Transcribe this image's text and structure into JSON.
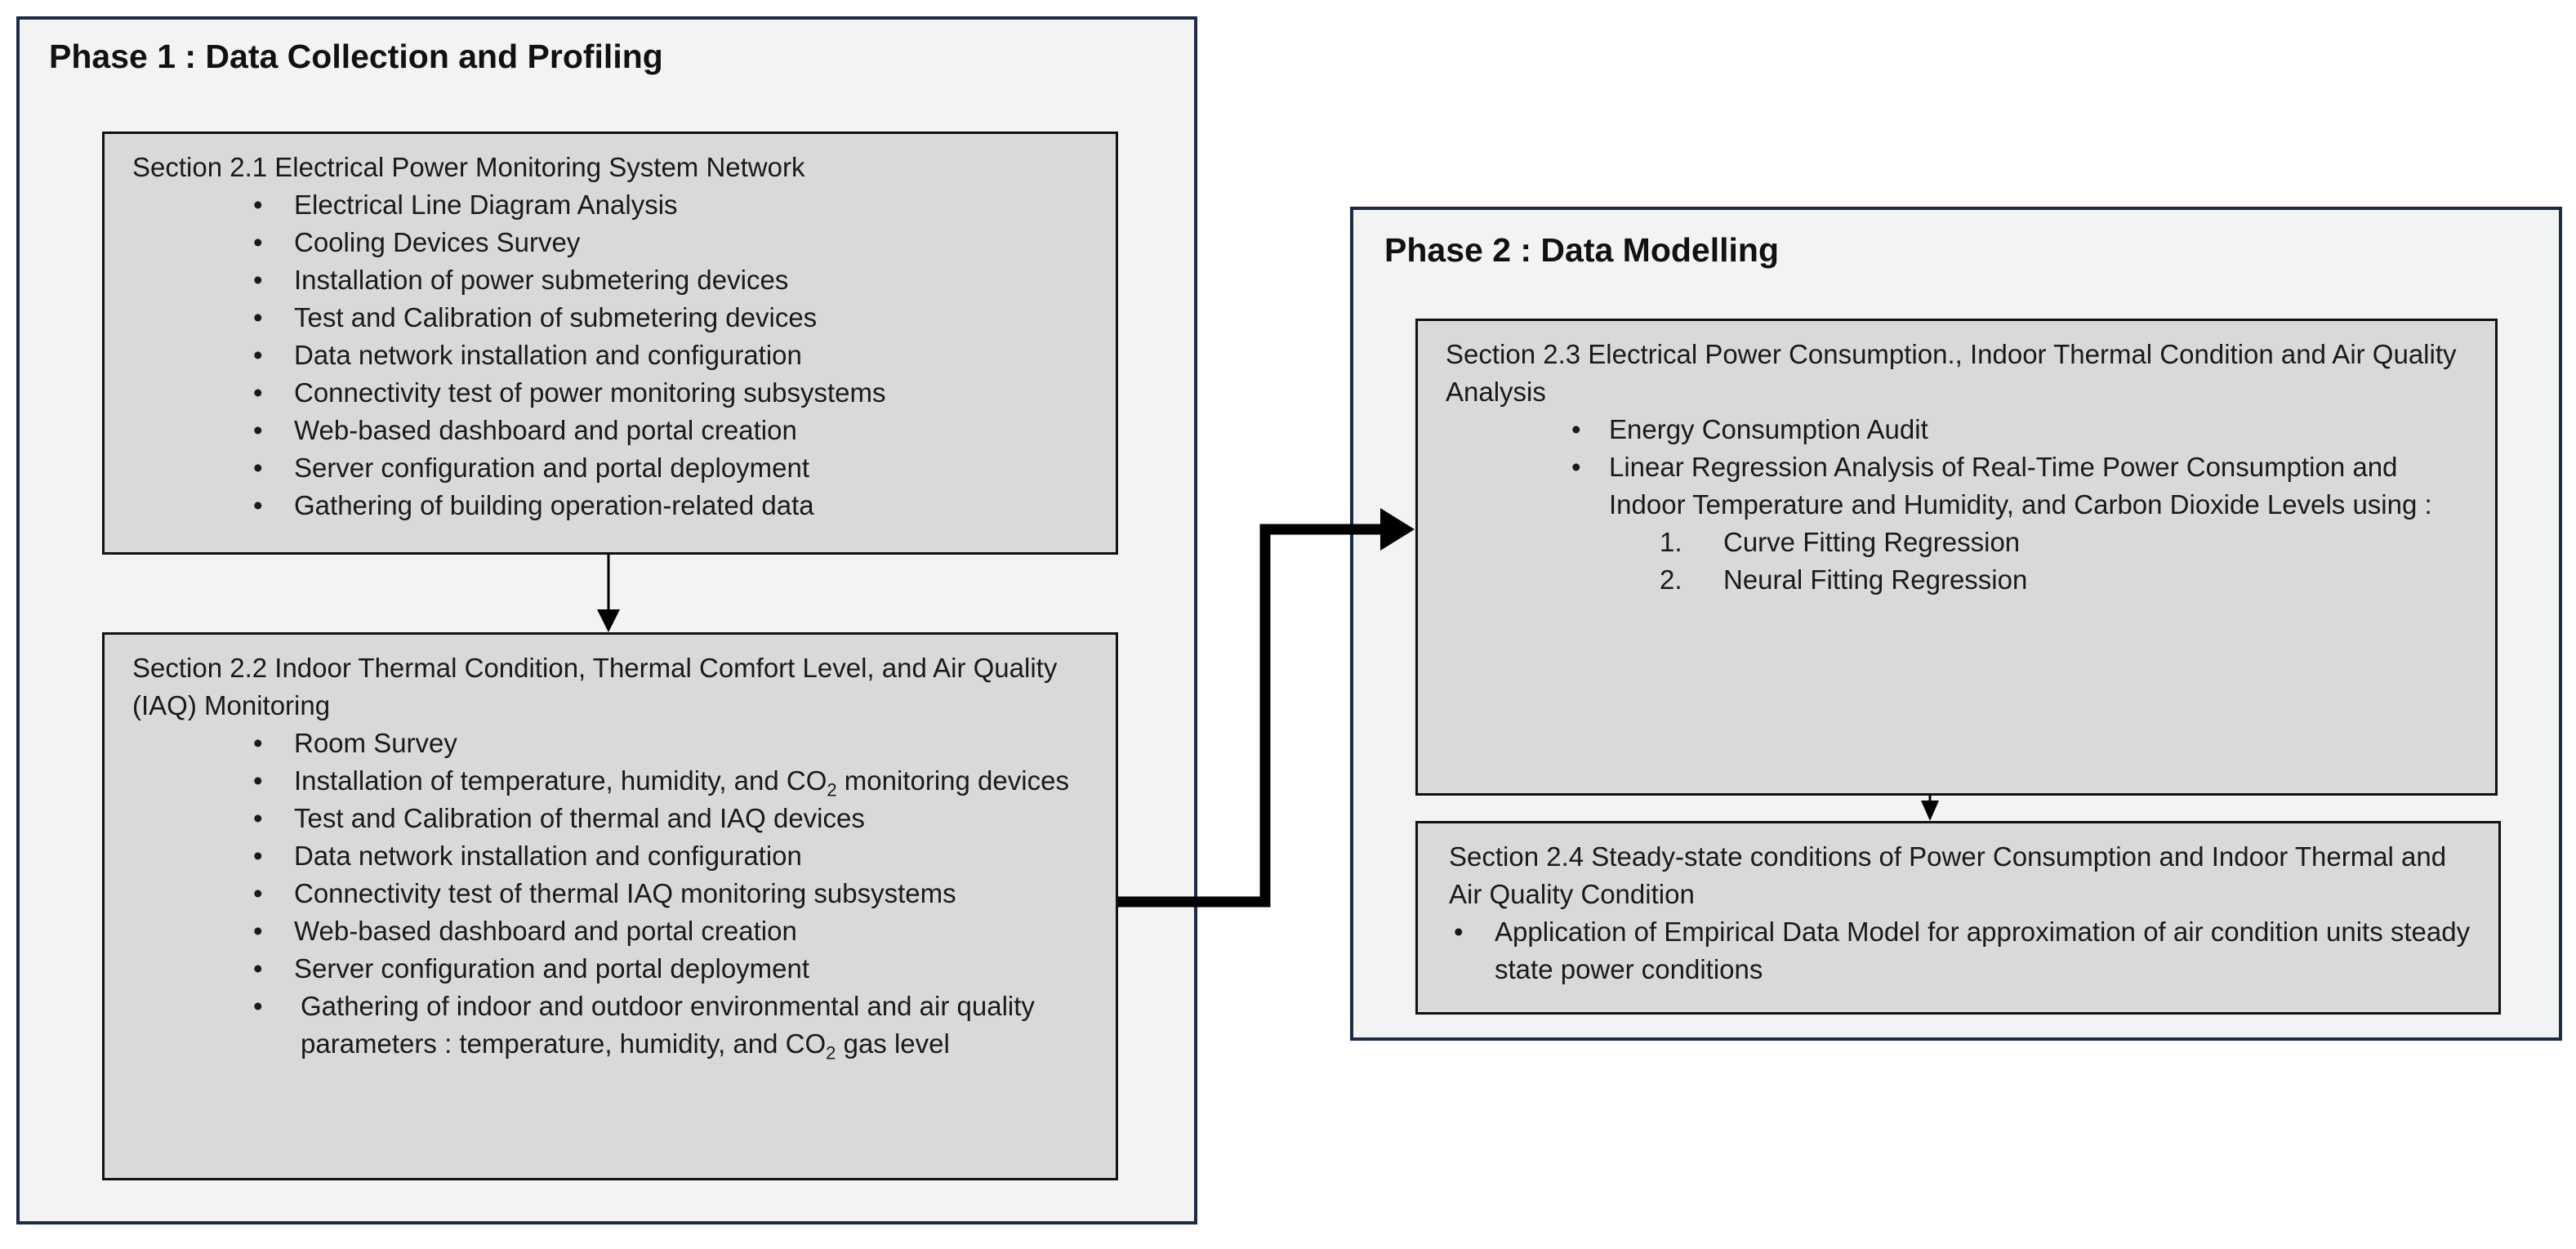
{
  "phase1": {
    "title": "Phase 1 : Data Collection and Profiling",
    "section_2_1": {
      "title": "Section 2.1 Electrical Power Monitoring System Network",
      "items": [
        "Electrical Line Diagram Analysis",
        "Cooling Devices Survey",
        "Installation of power submetering devices",
        "Test and Calibration of submetering devices",
        "Data network installation and configuration",
        "Connectivity test of power monitoring subsystems",
        "Web-based dashboard  and portal creation",
        "Server configuration and portal deployment",
        "Gathering of building operation-related data"
      ]
    },
    "section_2_2": {
      "title": "Section 2.2 Indoor Thermal Condition, Thermal Comfort Level, and  Air Quality (IAQ) Monitoring",
      "item_room_survey": "Room Survey",
      "item_install": {
        "pre": "Installation of temperature, humidity, and CO",
        "sub": "2",
        "post": " monitoring devices"
      },
      "items_mid": [
        "Test and Calibration of thermal and  IAQ devices",
        "Data network installation and configuration",
        "Connectivity test of thermal IAQ monitoring subsystems",
        "Web-based dashboard  and portal creation",
        "Server configuration and portal deployment"
      ],
      "item_gather": {
        "pre": "Gathering of indoor and outdoor environmental and air quality parameters : temperature, humidity, and CO",
        "sub": "2",
        "post": " gas level"
      }
    }
  },
  "phase2": {
    "title": "Phase 2 : Data Modelling",
    "section_2_3": {
      "title": "Section 2.3 Electrical Power Consumption., Indoor Thermal Condition and Air Quality Analysis",
      "items": [
        "Energy Consumption Audit",
        "Linear Regression Analysis of Real-Time Power Consumption and Indoor Temperature and Humidity, and Carbon Dioxide Levels using :"
      ],
      "methods": [
        {
          "num": "1.",
          "label": "Curve Fitting Regression"
        },
        {
          "num": "2.",
          "label": "Neural Fitting Regression"
        }
      ]
    },
    "section_2_4": {
      "title": "Section 2.4 Steady-state conditions of Power Consumption and Indoor Thermal and Air Quality Condition",
      "items": [
        "Application of Empirical Data Model for approximation of air condition units steady state power conditions"
      ]
    }
  },
  "bullet": "•",
  "colors": {
    "phase_bg": "#f2f4f3",
    "phase_border": "#1c2b4b",
    "section_bg": "#d9d9d9",
    "arrow": "#000000"
  }
}
